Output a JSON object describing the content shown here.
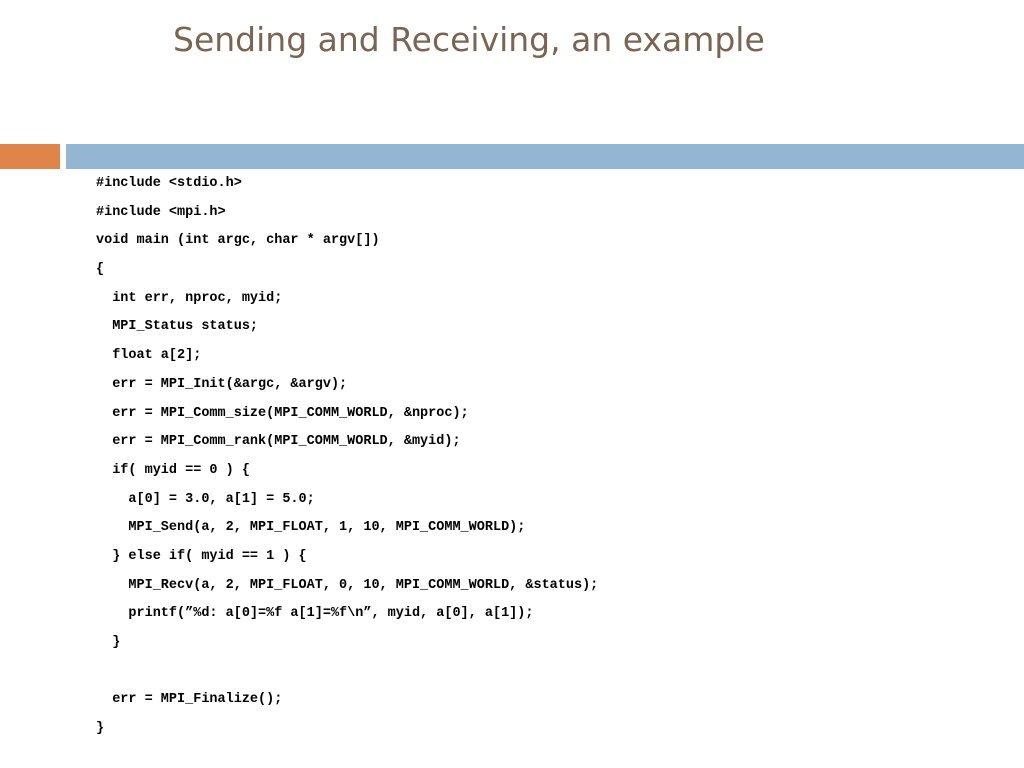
{
  "slide": {
    "title": "Sending and Receiving, an example"
  },
  "colors": {
    "title": "#7a6552",
    "accent_orange": "#e0854a",
    "accent_blue": "#94b6d2",
    "code_text": "#000000"
  },
  "code": {
    "lines": [
      "#include <stdio.h>",
      "#include <mpi.h>",
      "void main (int argc, char * argv[])",
      "{",
      "  int err, nproc, myid;",
      "  MPI_Status status;",
      "  float a[2];",
      "  err = MPI_Init(&argc, &argv);",
      "  err = MPI_Comm_size(MPI_COMM_WORLD, &nproc);",
      "  err = MPI_Comm_rank(MPI_COMM_WORLD, &myid);",
      "  if( myid == 0 ) {",
      "    a[0] = 3.0, a[1] = 5.0;",
      "    MPI_Send(a, 2, MPI_FLOAT, 1, 10, MPI_COMM_WORLD);",
      "  } else if( myid == 1 ) {",
      "    MPI_Recv(a, 2, MPI_FLOAT, 0, 10, MPI_COMM_WORLD, &status);",
      "    printf(”%d: a[0]=%f a[1]=%f\\n”, myid, a[0], a[1]);",
      "  }",
      "",
      "  err = MPI_Finalize();",
      "}"
    ]
  }
}
